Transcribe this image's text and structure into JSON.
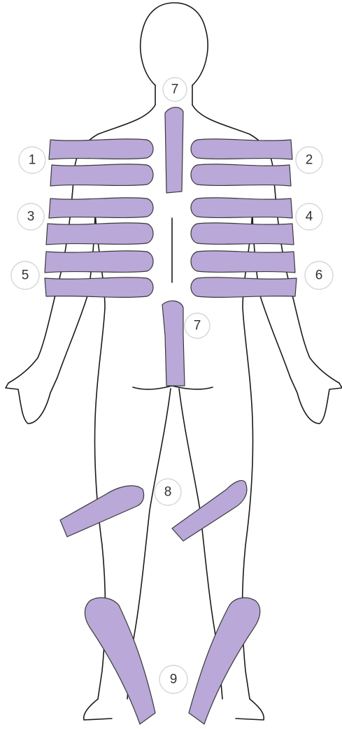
{
  "colors": {
    "patch_fill": "#B9A8D8",
    "outline": "#1b1b1b",
    "marker_border": "#d6d6d6"
  },
  "markers": {
    "neck": "7",
    "upper_left": "1",
    "upper_right": "2",
    "mid_left": "3",
    "mid_right": "4",
    "lower_left": "5",
    "lower_right": "6",
    "abdomen": "7",
    "thigh": "8",
    "ankle": "9"
  }
}
